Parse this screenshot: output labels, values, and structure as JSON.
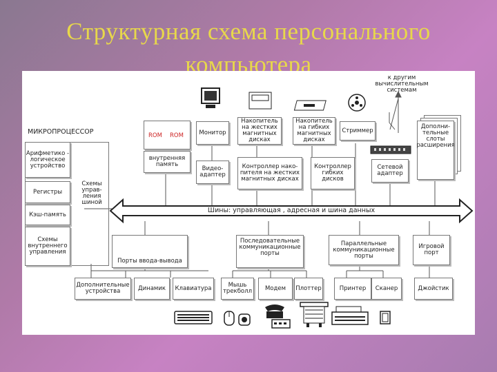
{
  "title": "Структурная схема персонального компьютера",
  "labels": {
    "other_systems": "к другим вычислительным системам",
    "microprocessor": "МИКРОПРОЦЕССОР",
    "alu": "Арифметико - логическое устройство",
    "registers": "Регистры",
    "cache": "Кэш-память",
    "internal_ctrl": "Схемы внутреннего управления",
    "ctrl_circuits": "Схемы управ- ления шиной",
    "rom_1": "ROM",
    "rom_2": "ROM",
    "ram": "внутренняя память",
    "monitor": "Монитор",
    "video": "Видео- адаптер",
    "hdd": "Накопитель на жестких магнитных дисках",
    "fdd": "Накопитель на гибких магнитных дисках",
    "streamer": "Стриммер",
    "extra_slots": "Дополни- тельные слоты расширения",
    "hdd_ctrl": "Контроллер нако- пителя на жестких магнитных дисках",
    "fdd_ctrl": "Контроллер гибких дисков",
    "network": "Сетевой адаптер",
    "bus": "Шины: управляющая , адресная и шина данных",
    "io_ports": "Порты ввода-вывода",
    "serial_ports": "Последовательные коммуникационные порты",
    "parallel_ports": "Параллельные коммуникационные порты",
    "game_port": "Игровой порт",
    "extra_devices": "Дополнительные устройства",
    "speaker": "Динамик",
    "keyboard": "Клавиатура",
    "mouse": "Мышь трекболл",
    "modem": "Модем",
    "plotter": "Плоттер",
    "printer": "Принтер",
    "scanner": "Сканер",
    "joystick": "Джойстик"
  },
  "colors": {
    "title": "#e8d84a",
    "lines": "#555555",
    "background": "#b07aa8"
  }
}
